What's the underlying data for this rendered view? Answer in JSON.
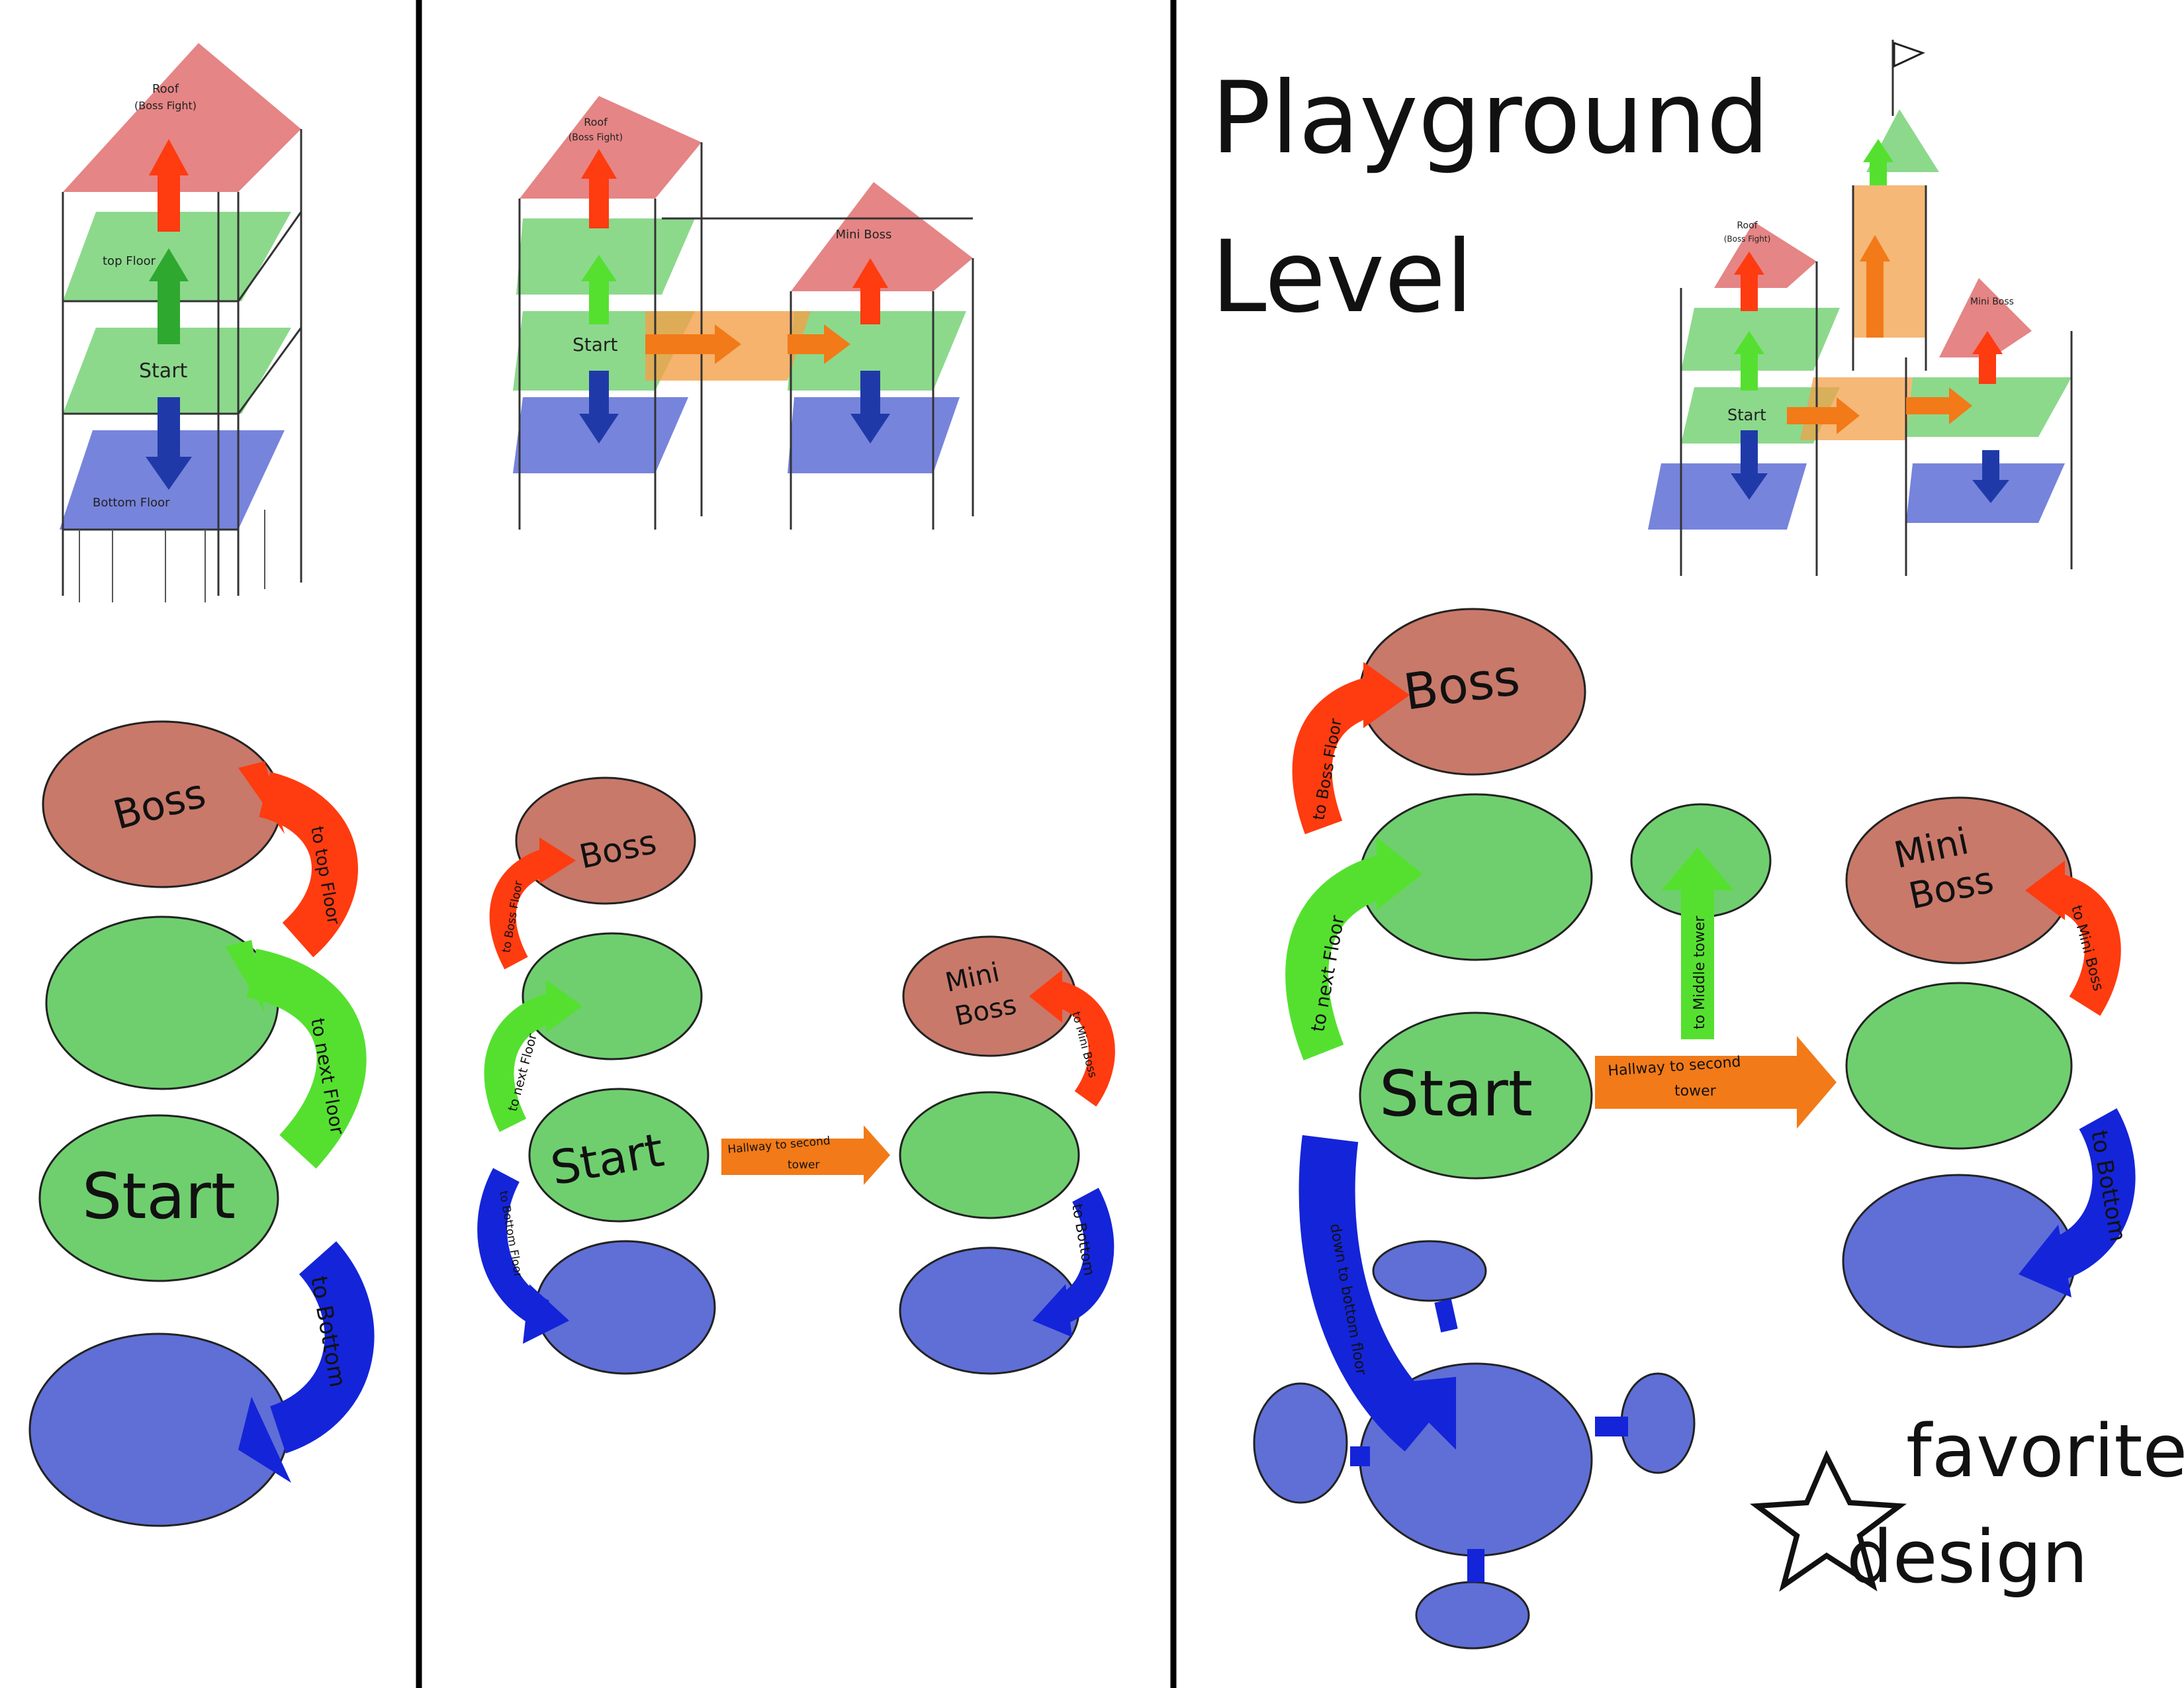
{
  "title": {
    "line1": "Playground",
    "line2": "Level"
  },
  "favorite": {
    "line1": "favorite",
    "line2": "design"
  },
  "colors": {
    "boss": "#c8796a",
    "floor": "#6fcf6f",
    "bottom": "#5f6fd6",
    "roof": "#e07070",
    "up_arrow": "#ff3b10",
    "green_arrow": "#55e030",
    "down_arrow": "#1424d8",
    "hallway": "#f27a18",
    "ink": "#111111"
  },
  "panel1": {
    "iso_labels": {
      "roof": "Roof",
      "roof_sub": "(Boss Fight)",
      "top": "top Floor",
      "start": "Start",
      "bottom": "Bottom Floor"
    },
    "nodes": {
      "boss": "Boss",
      "start": "Start"
    },
    "arrows": {
      "to_top": "to top Floor",
      "to_next": "to next Floor",
      "to_bottom": "to Bottom"
    }
  },
  "panel2": {
    "iso_labels": {
      "roof": "Roof",
      "roof_sub": "(Boss Fight)",
      "mini_boss": "Mini Boss",
      "start": "Start"
    },
    "nodes": {
      "boss": "Boss",
      "start": "Start",
      "mini": "Mini",
      "boss2": "Boss"
    },
    "arrows": {
      "to_boss": "to Boss Floor",
      "to_next": "to next Floor",
      "to_bottom": "to Bottom Floor",
      "hallway": "Hallway to second",
      "hallway2": "tower",
      "to_mini": "to Mini Boss",
      "to_bottom2": "to Bottom"
    }
  },
  "panel3": {
    "iso_labels": {
      "roof": "Roof",
      "roof_sub": "(Boss Fight)",
      "mini_boss": "Mini Boss",
      "start": "Start"
    },
    "nodes": {
      "boss": "Boss",
      "start": "Start",
      "mini": "Mini",
      "boss2": "Boss"
    },
    "arrows": {
      "to_boss": "to Boss Floor",
      "to_next": "to next Floor",
      "to_middle": "to Middle tower",
      "hallway": "Hallway to second",
      "hallway2": "tower",
      "to_mini": "to Mini Boss",
      "to_bottom": "to Bottom",
      "down": "down to bottom floor"
    }
  }
}
